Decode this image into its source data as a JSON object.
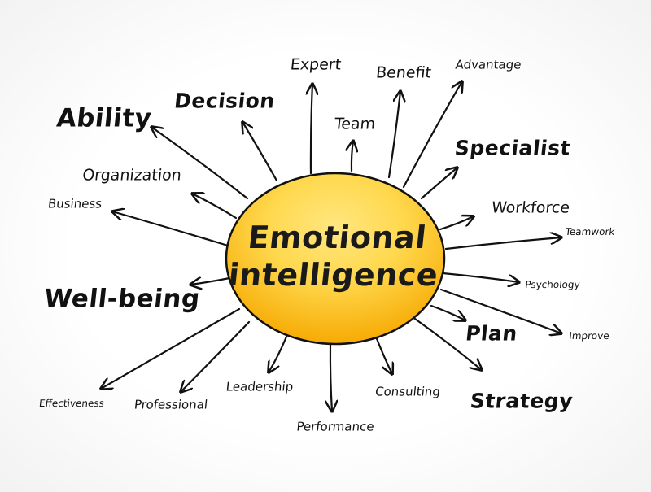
{
  "center": {
    "line1": "Emotional",
    "line2": "intelligence",
    "fill_light": "#ffd84d",
    "fill_dark": "#f6a800"
  },
  "branches": [
    {
      "id": "expert",
      "label": "Expert"
    },
    {
      "id": "benefit",
      "label": "Benefit"
    },
    {
      "id": "advantage",
      "label": "Advantage"
    },
    {
      "id": "decision",
      "label": "Decision"
    },
    {
      "id": "team",
      "label": "Team"
    },
    {
      "id": "ability",
      "label": "Ability"
    },
    {
      "id": "specialist",
      "label": "Specialist"
    },
    {
      "id": "organization",
      "label": "Organization"
    },
    {
      "id": "business",
      "label": "Business"
    },
    {
      "id": "workforce",
      "label": "Workforce"
    },
    {
      "id": "teamwork",
      "label": "Teamwork"
    },
    {
      "id": "psychology",
      "label": "Psychology"
    },
    {
      "id": "well-being",
      "label": "Well-being"
    },
    {
      "id": "plan",
      "label": "Plan"
    },
    {
      "id": "improve",
      "label": "Improve"
    },
    {
      "id": "leadership",
      "label": "Leadership"
    },
    {
      "id": "consulting",
      "label": "Consulting"
    },
    {
      "id": "strategy",
      "label": "Strategy"
    },
    {
      "id": "effectiveness",
      "label": "Effectiveness"
    },
    {
      "id": "professional",
      "label": "Professional"
    },
    {
      "id": "performance",
      "label": "Performance"
    }
  ]
}
